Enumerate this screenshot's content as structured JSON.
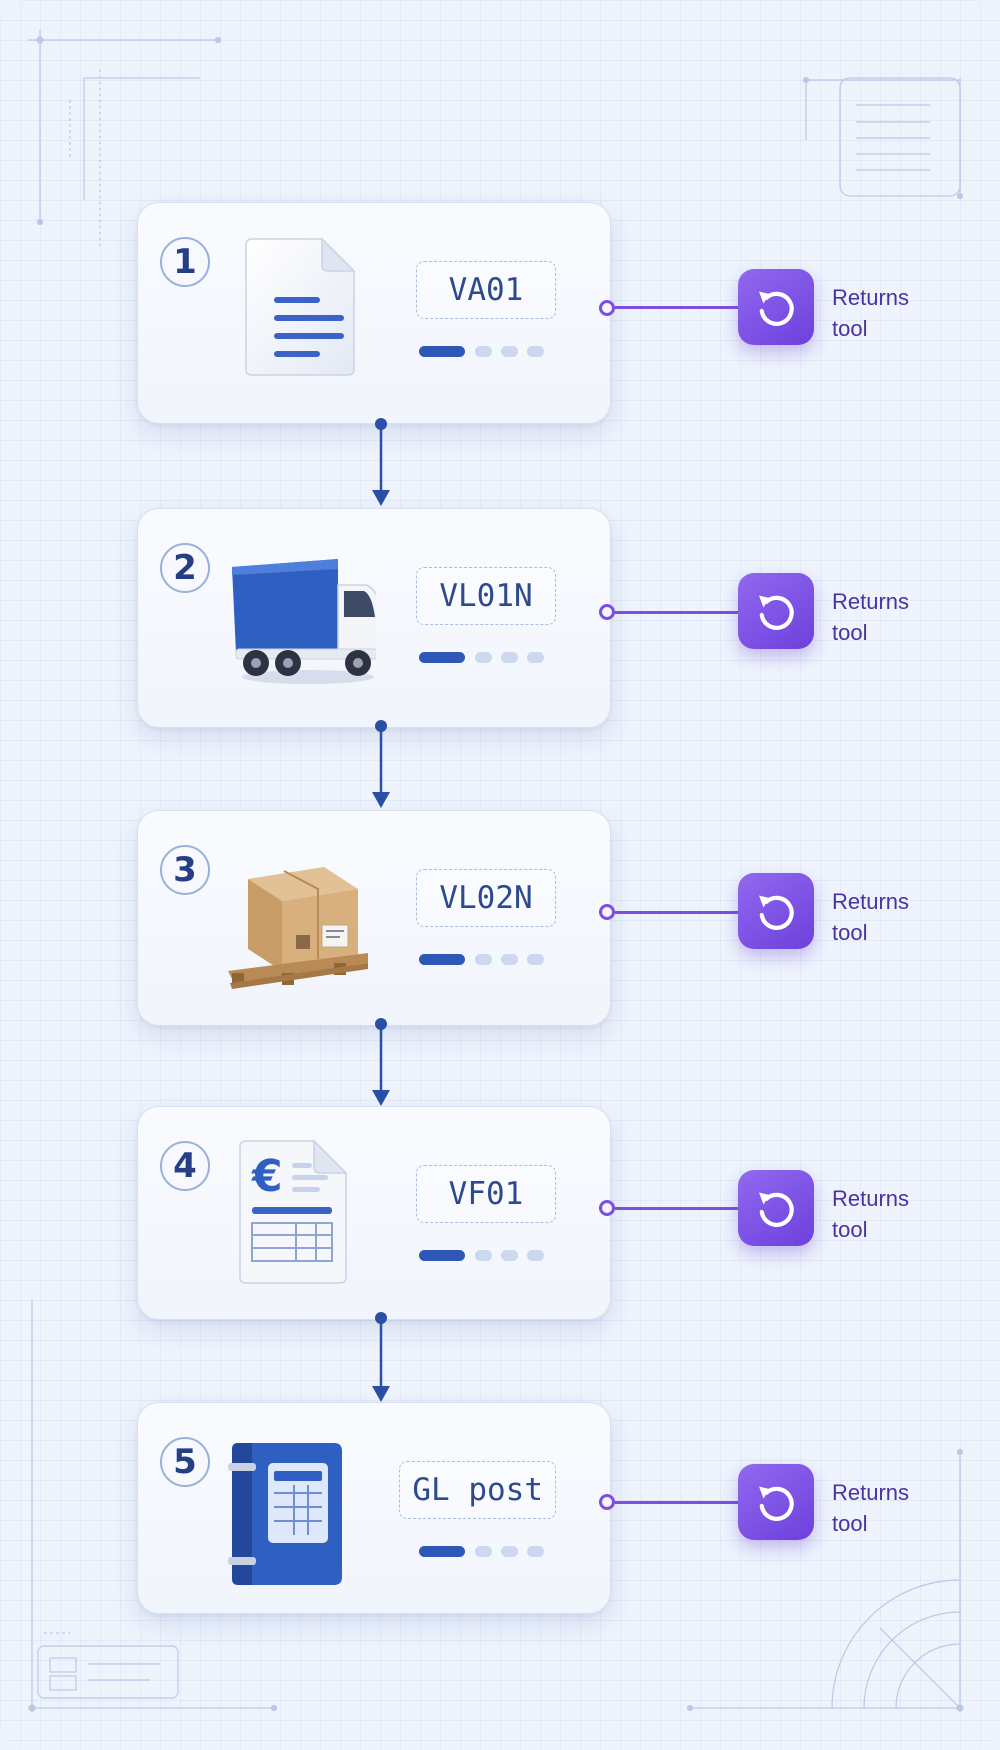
{
  "steps": [
    {
      "number": "1",
      "code": "VA01",
      "illustration": "document-icon",
      "tool": {
        "line1": "Returns",
        "line2": "tool",
        "icon": "undo-icon"
      }
    },
    {
      "number": "2",
      "code": "VL01N",
      "illustration": "delivery-truck-icon",
      "tool": {
        "line1": "Returns",
        "line2": "tool",
        "icon": "undo-icon"
      }
    },
    {
      "number": "3",
      "code": "VL02N",
      "illustration": "box-on-pallet-icon",
      "tool": {
        "line1": "Returns",
        "line2": "tool",
        "icon": "undo-icon"
      }
    },
    {
      "number": "4",
      "code": "VF01",
      "illustration": "euro-invoice-icon",
      "tool": {
        "line1": "Returns",
        "line2": "tool",
        "icon": "undo-icon"
      }
    },
    {
      "number": "5",
      "code": "GL post",
      "illustration": "ledger-book-icon",
      "tool": {
        "line1": "Returns",
        "line2": "tool",
        "icon": "undo-icon"
      }
    }
  ],
  "progress": {
    "active_segments": 1,
    "total_segments": 4
  },
  "colors": {
    "flow_arrow": "#2a4fa5",
    "accent_purple": "#7c4fde",
    "number_text": "#243f86",
    "code_text": "#2e4a8e"
  }
}
